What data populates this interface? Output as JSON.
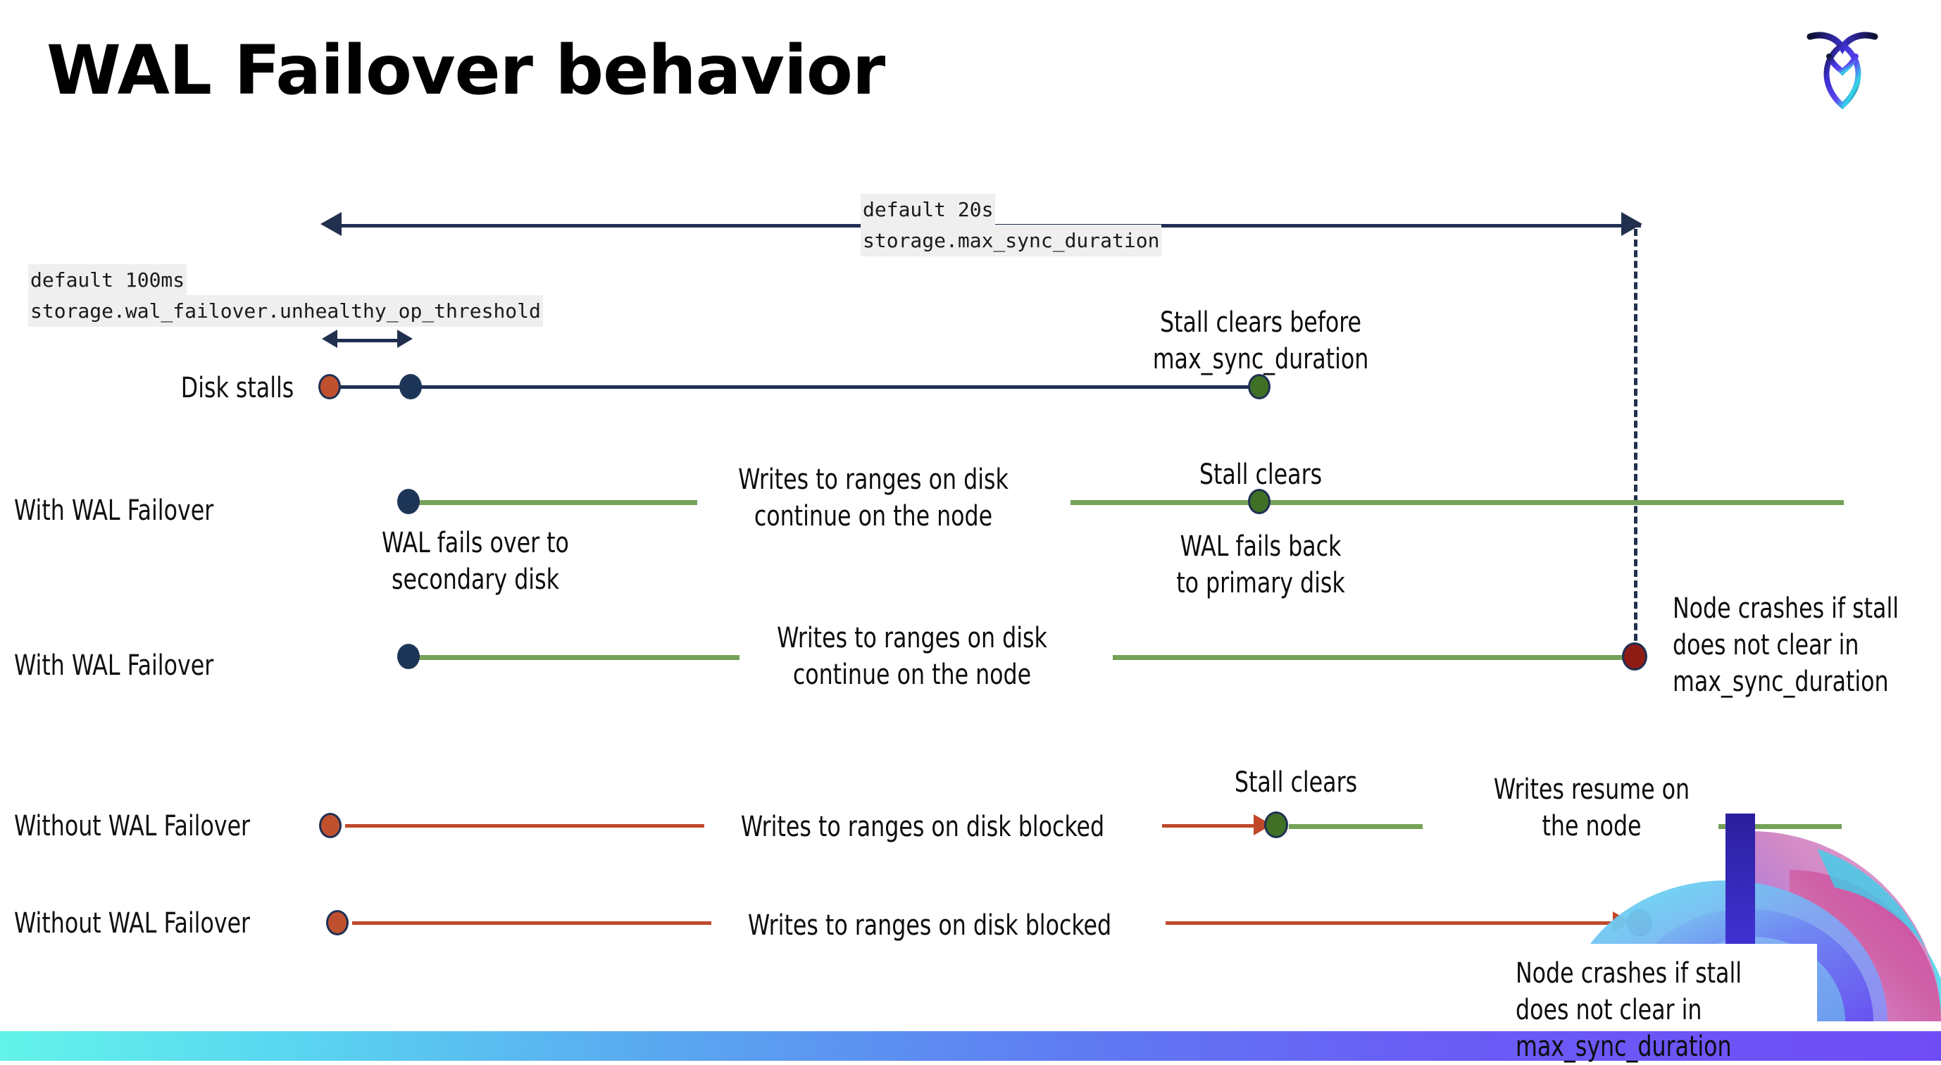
{
  "slide": {
    "title": "WAL Failover behavior",
    "logo_name": "cockroachdb-logo"
  },
  "settings": {
    "max_sync": {
      "default": "default 20s",
      "name": "storage.max_sync_duration"
    },
    "unhealthy": {
      "default": "default 100ms",
      "name": "storage.wal_failover.unhealthy_op_threshold"
    }
  },
  "rows": [
    {
      "label": "Disk stalls",
      "annotations": [
        "Stall clears before\nmax_sync_duration"
      ]
    },
    {
      "label": "With WAL Failover",
      "annotations": [
        "Writes to ranges on disk\ncontinue on the node",
        "Stall clears",
        "WAL fails over to\nsecondary disk",
        "WAL fails  back\nto primary disk"
      ]
    },
    {
      "label": "With WAL Failover",
      "annotations": [
        "Writes to ranges on disk\ncontinue on the node",
        "Node crashes if stall\ndoes not clear in\nmax_sync_duration"
      ]
    },
    {
      "label": "Without WAL Failover",
      "annotations": [
        "Writes to ranges on disk  blocked",
        "Stall clears",
        "Writes resume on\nthe node"
      ]
    },
    {
      "label": "Without WAL Failover",
      "annotations": [
        "Writes to ranges on disk  blocked",
        "Node crashes if stall\ndoes not clear in\nmax_sync_duration"
      ]
    }
  ],
  "colors": {
    "navy": "#1f3053",
    "green": "#74a257",
    "orange": "#c0492a",
    "dot_orange": "#c0512f",
    "dot_green": "#3f7026",
    "dot_darkred": "#8e1b14",
    "dot_navy": "#1d3557",
    "chip_bg": "#efefef"
  }
}
